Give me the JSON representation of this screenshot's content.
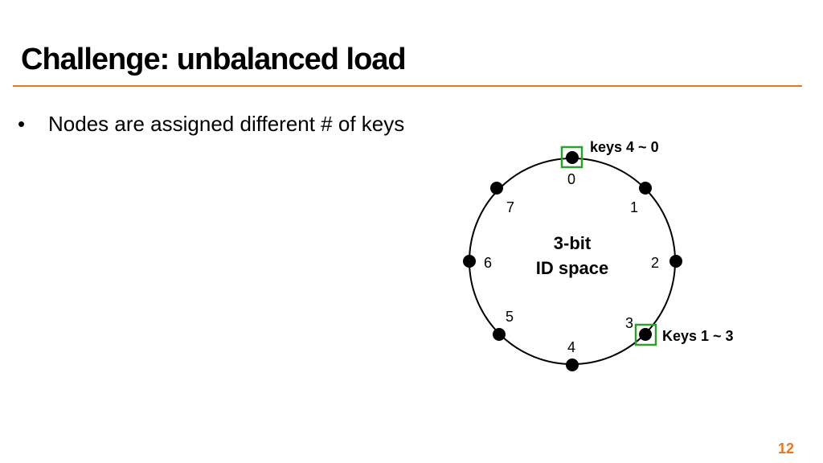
{
  "slide": {
    "title": "Challenge: unbalanced load",
    "bullet_marker": "•",
    "bullet": "Nodes are assigned different # of keys",
    "page_number": "12",
    "accent_color": "#e87722"
  },
  "diagram": {
    "center_line1": "3-bit",
    "center_line2": "ID space",
    "ring_ids": [
      "0",
      "1",
      "2",
      "3",
      "4",
      "5",
      "6",
      "7"
    ],
    "highlight_color": "#2ca02c",
    "annotations": [
      {
        "node": "0",
        "text": "keys 4 ~ 0"
      },
      {
        "node": "3",
        "text": "Keys 1 ~ 3"
      }
    ]
  }
}
